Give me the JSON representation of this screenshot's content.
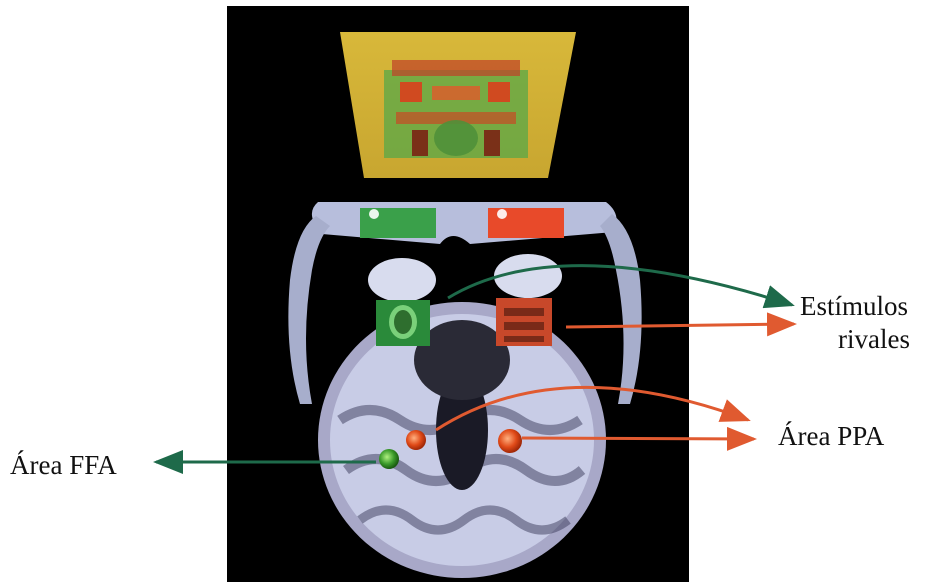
{
  "labels": {
    "stimuli_line1": "Estímulos",
    "stimuli_line2": "rivales",
    "ppa": "Área PPA",
    "ffa": "Área FFA"
  },
  "colors": {
    "background": "#000000",
    "ffa_marker": "#3a9a2a",
    "ppa_marker": "#e05020",
    "green_lens": "#3aa04a",
    "red_lens": "#e84a2a",
    "arrow_red": "#e05a30",
    "arrow_green": "#1e6a4a",
    "goggles": "#b7bedc"
  },
  "icons": {
    "goggles": "3d-goggles-icon",
    "face_stimulus": "face-image-icon",
    "house_stimulus": "house-image-icon",
    "rivalry_screen": "superimposed-stimulus-icon"
  }
}
